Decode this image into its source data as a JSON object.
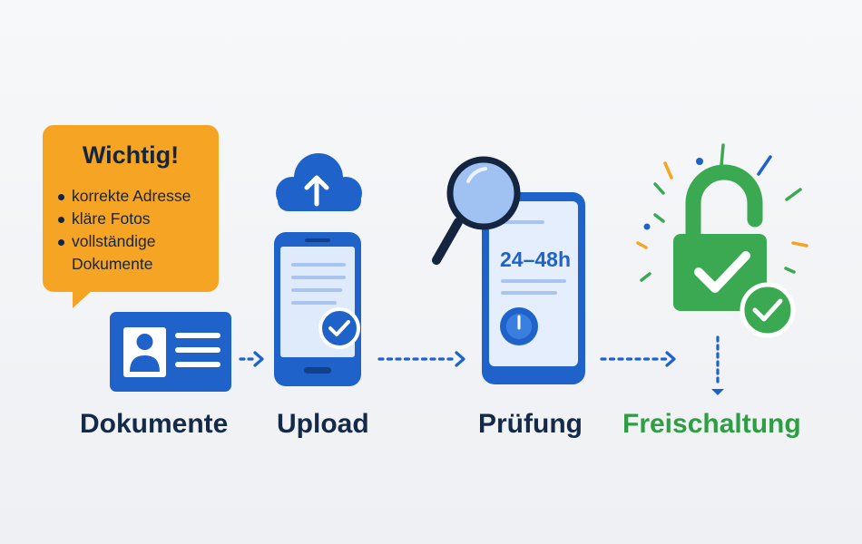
{
  "notice": {
    "title": "Wichtig!",
    "items": [
      "korrekte Adresse",
      "kläre Fotos",
      "vollständige Dokumente"
    ]
  },
  "steps": [
    {
      "label": "Dokumente",
      "icon": "id-card-icon"
    },
    {
      "label": "Upload",
      "icon": "cloud-upload-phone-icon"
    },
    {
      "label": "Prüfung",
      "icon": "magnifier-phone-icon"
    },
    {
      "label": "Freischaltung",
      "icon": "unlocked-padlock-check-icon"
    }
  ],
  "review": {
    "duration": "24–48h"
  },
  "colors": {
    "primary": "#1f62c9",
    "note": "#f5a424",
    "success": "#3aa952",
    "text": "#142a48"
  }
}
